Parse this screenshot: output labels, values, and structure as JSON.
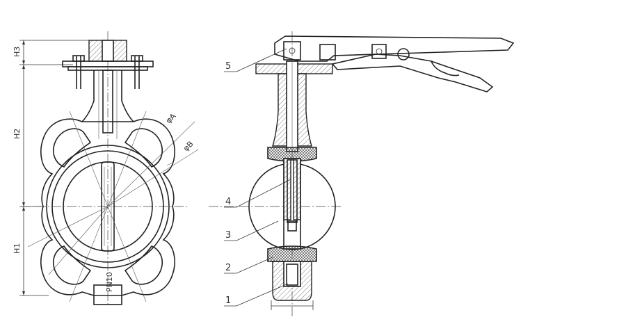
{
  "dimensions": {
    "h3": "H3",
    "h2": "H2",
    "h1": "H1",
    "dia_a": "φA",
    "dia_b": "φB",
    "pressure": "PN10"
  },
  "callouts": [
    "5",
    "4",
    "3",
    "2",
    "1"
  ]
}
